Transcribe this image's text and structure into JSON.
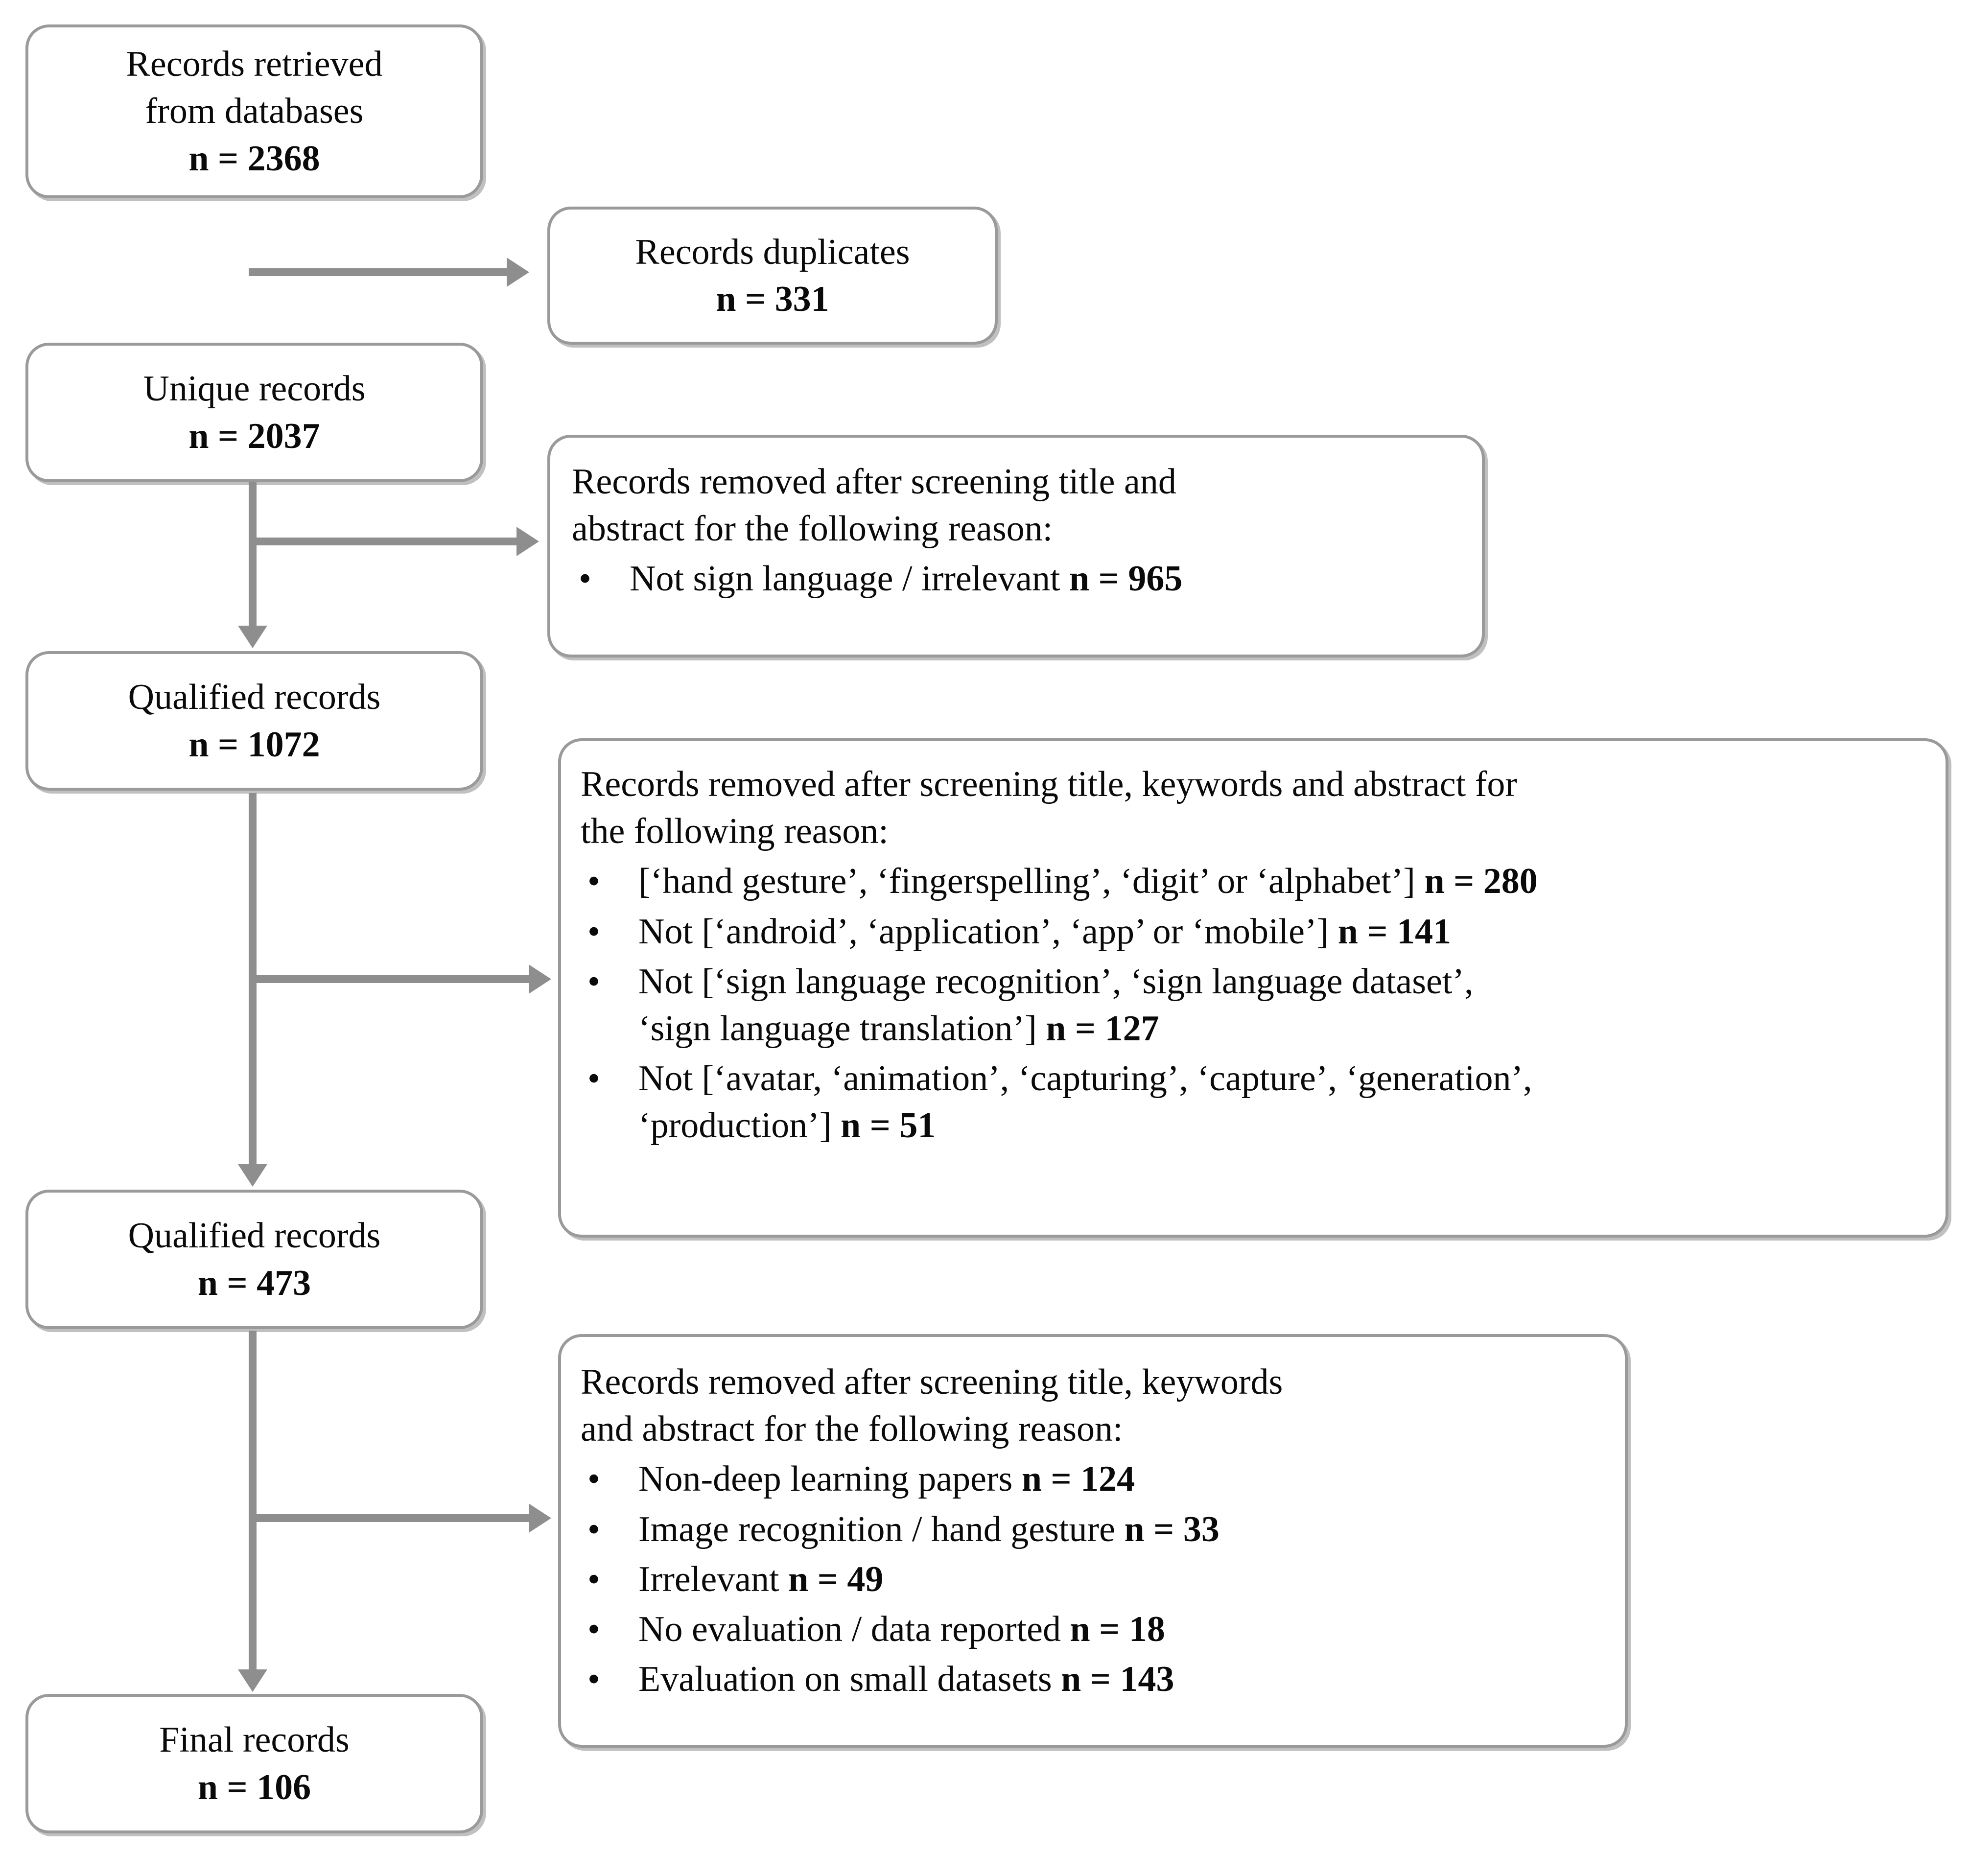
{
  "diagram": {
    "type": "prisma-flow-diagram",
    "accent_color": "#9a9a9a",
    "connector_color": "#8e8e8e",
    "text_color": "#0a0a0a",
    "background": "#ffffff"
  },
  "flow_nodes": [
    {
      "id": "records-retrieved",
      "line1": "Records retrieved",
      "line2": "from databases",
      "count": "n = 2368"
    },
    {
      "id": "unique-records",
      "line1": "Unique records",
      "line2": "",
      "count": "n = 2037"
    },
    {
      "id": "qualified-records-1072",
      "line1": "Qualified records",
      "line2": "",
      "count": "n = 1072"
    },
    {
      "id": "qualified-records-473",
      "line1": "Qualified records",
      "line2": "",
      "count": "n = 473"
    },
    {
      "id": "final-records",
      "line1": "Final records",
      "line2": "",
      "count": "n = 106"
    }
  ],
  "exclusion_nodes": [
    {
      "id": "records-duplicates",
      "line1": "Records duplicates",
      "count": "n = 331"
    }
  ],
  "reason_boxes": [
    {
      "id": "removed-title-abstract",
      "head_line1": "Records removed after screening title and",
      "head_line2": "abstract for the following reason:",
      "bullets": [
        {
          "text": "Not sign language / irrelevant ",
          "count": "n = 965",
          "cont": ""
        }
      ]
    },
    {
      "id": "removed-title-keywords-abstract-1",
      "head_line1": "Records removed after screening title, keywords and abstract for",
      "head_line2": "the following reason:",
      "bullets": [
        {
          "text": "[‘hand gesture’, ‘fingerspelling’, ‘digit’ or ‘alphabet’] ",
          "count": "n = 280",
          "cont": ""
        },
        {
          "text": "Not [‘android’, ‘application’, ‘app’ or  ‘mobile’] ",
          "count": "n = 141",
          "cont": ""
        },
        {
          "text": "Not [‘sign language recognition’, ‘sign language dataset’,",
          "count": "n = 127",
          "cont": "‘sign language translation’] "
        },
        {
          "text": "Not [‘avatar, ‘animation’, ‘capturing’, ‘capture’, ‘generation’,",
          "count": "n = 51",
          "cont": "‘production’] "
        }
      ]
    },
    {
      "id": "removed-title-keywords-abstract-2",
      "head_line1": "Records removed after screening title, keywords",
      "head_line2": "and abstract for the following reason:",
      "bullets": [
        {
          "text": "Non-deep learning papers ",
          "count": "n = 124",
          "cont": ""
        },
        {
          "text": "Image recognition / hand gesture ",
          "count": "n = 33",
          "cont": ""
        },
        {
          "text": "Irrelevant ",
          "count": "n = 49",
          "cont": ""
        },
        {
          "text": "No evaluation / data reported ",
          "count": "n = 18",
          "cont": ""
        },
        {
          "text": "Evaluation on small datasets ",
          "count": "n = 143",
          "cont": ""
        }
      ]
    }
  ],
  "bullet_glyph": "•"
}
